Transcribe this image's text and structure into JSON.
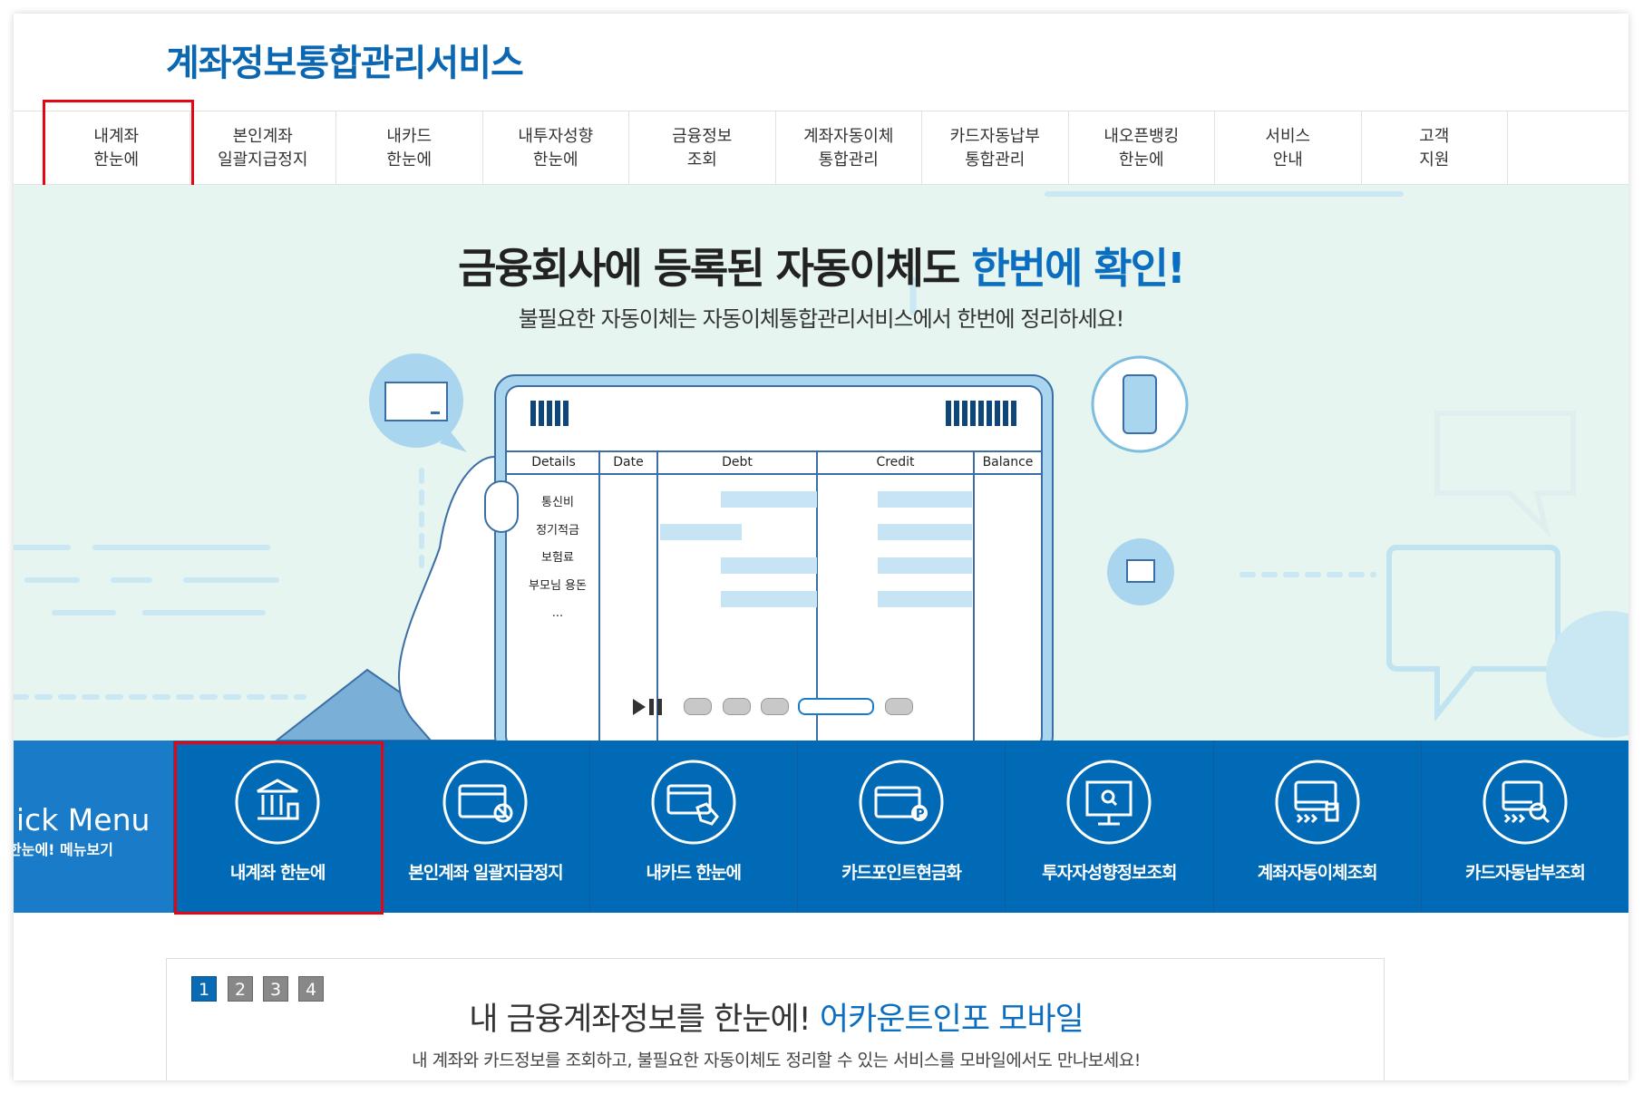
{
  "logo": "계좌정보통합관리서비스",
  "nav": [
    "내계좌\n한눈에",
    "본인계좌\n일괄지급정지",
    "내카드\n한눈에",
    "내투자성향\n한눈에",
    "금융정보\n조회",
    "계좌자동이체\n통합관리",
    "카드자동납부\n통합관리",
    "내오픈뱅킹\n한눈에",
    "서비스\n안내",
    "고객\n지원"
  ],
  "hero": {
    "headline": "금융회사에 등록된 자동이체도 ",
    "headline_highlight": "한번에 확인!",
    "subtitle": "불필요한 자동이체는 자동이체통합관리서비스에서 한번에 정리하세요!",
    "ledger": {
      "columns": [
        "Details",
        "Date",
        "Debt",
        "Credit",
        "Balance"
      ],
      "rows": [
        "통신비",
        "정기적금",
        "보험료",
        "부모님 용돈",
        "..."
      ]
    },
    "slider": {
      "slides": 5,
      "active": 4
    }
  },
  "quick_menu": {
    "title": "Quick Menu",
    "subtitle": "한눈에! 메뉴보기",
    "items": [
      {
        "label": "내계좌 한눈에",
        "icon": "bank-icon"
      },
      {
        "label": "본인계좌 일괄지급정지",
        "icon": "card-block-icon"
      },
      {
        "label": "내카드 한눈에",
        "icon": "card-hand-icon"
      },
      {
        "label": "카드포인트현금화",
        "icon": "card-point-icon"
      },
      {
        "label": "투자자성향정보조회",
        "icon": "monitor-search-icon"
      },
      {
        "label": "계좌자동이체조회",
        "icon": "auto-transfer-icon"
      },
      {
        "label": "카드자동납부조회",
        "icon": "card-search-icon"
      }
    ]
  },
  "banner": {
    "pages": [
      "1",
      "2",
      "3",
      "4"
    ],
    "active_page": "1",
    "title": "내 금융계좌정보를 한눈에! ",
    "title_highlight": "어카운트인포 모바일",
    "subtitle": "내 계좌와 카드정보를 조회하고, 불필요한 자동이체도 정리할 수 있는 서비스를 모바일에서도 만나보세요!"
  },
  "colors": {
    "brand": "#0b67b2",
    "quick_menu_bg": "#006ab6",
    "hero_bg": "#e6f5ef",
    "highlight": "#e30613"
  }
}
